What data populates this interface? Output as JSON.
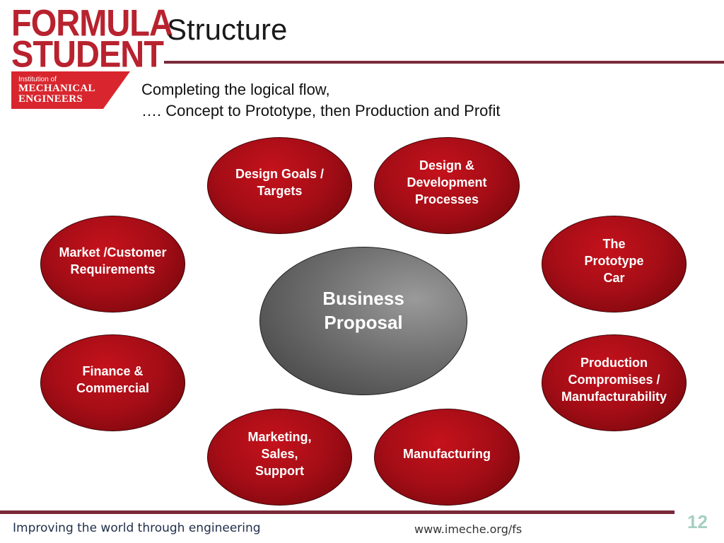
{
  "logo": {
    "line1": "FORMULA",
    "line2": "STUDENT",
    "badge_small": "Institution of",
    "badge_line1": "MECHANICAL",
    "badge_line2": "ENGINEERS",
    "brand_color": "#b8222e"
  },
  "title": "Structure",
  "subtitle": {
    "line1": "Completing the logical flow,",
    "line2": "…. Concept to Prototype, then Production and Profit"
  },
  "diagram": {
    "center": {
      "label": "Business Proposal"
    },
    "nodes": [
      "Design Goals / Targets",
      "Design & Development Processes",
      "The Prototype Car",
      "Production Compromises / Manufacturability",
      "Manufacturing",
      "Marketing, Sales, Support",
      "Finance & Commercial",
      "Market /Customer Requirements"
    ],
    "node_color": "#b0101a",
    "center_color": "#6e6e6e"
  },
  "footer": {
    "tagline": "Improving the world through engineering",
    "url": "www.imeche.org/fs",
    "page": "12"
  }
}
